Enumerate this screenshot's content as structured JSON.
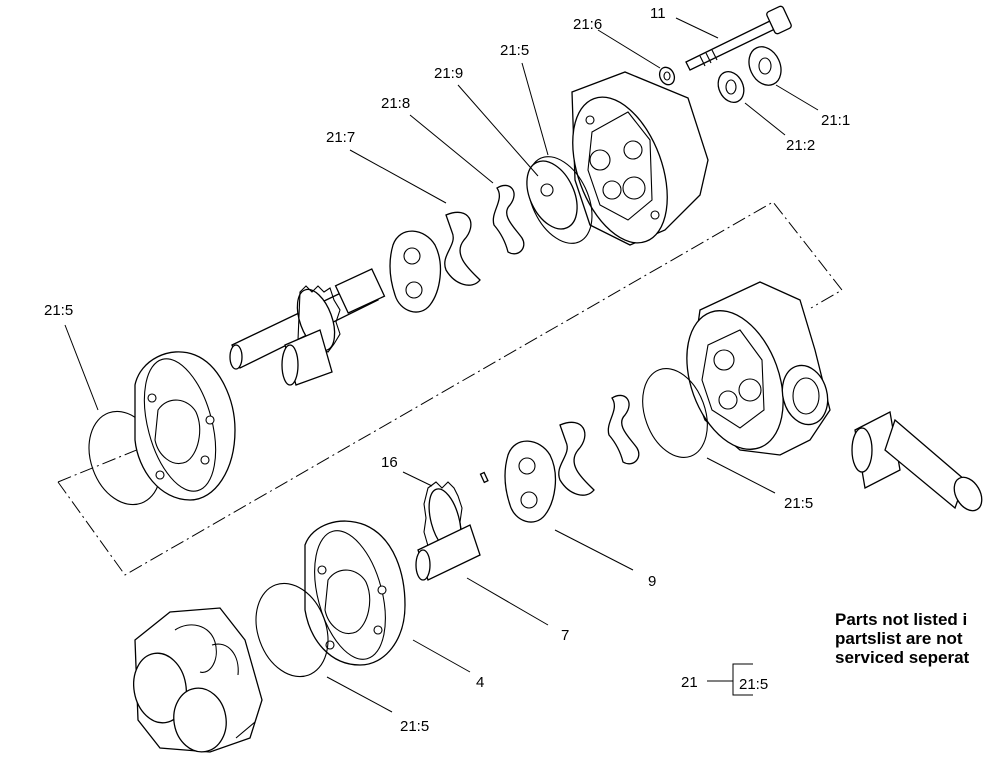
{
  "callouts": {
    "c_11": "11",
    "c_21_6": "21:6",
    "c_21_5_top": "21:5",
    "c_21_9": "21:9",
    "c_21_8": "21:8",
    "c_21_7": "21:7",
    "c_21_1": "21:1",
    "c_21_2": "21:2",
    "c_21_5_left": "21:5",
    "c_16": "16",
    "c_21_5_right": "21:5",
    "c_9": "9",
    "c_7": "7",
    "c_4": "4",
    "c_21_5_bottom": "21:5"
  },
  "kit_legend": {
    "parent": "21",
    "child": "21:5"
  },
  "notice": {
    "line1": "Parts not listed i",
    "line2": "partslist are not",
    "line3": "serviced seperat"
  }
}
